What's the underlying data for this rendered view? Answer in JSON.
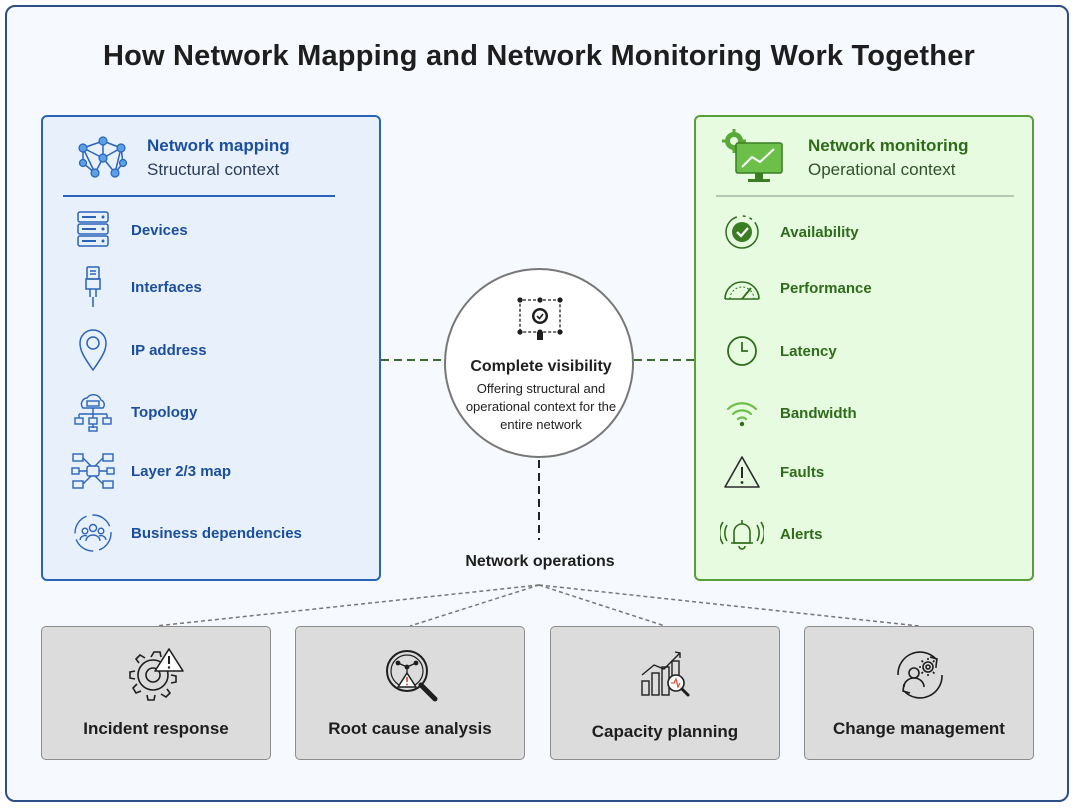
{
  "title": "How Network Mapping and Network Monitoring Work Together",
  "left_panel": {
    "title": "Network mapping",
    "subtitle": "Structural context",
    "items": [
      {
        "label": "Devices",
        "icon": "server-rack-icon"
      },
      {
        "label": "Interfaces",
        "icon": "ethernet-cable-icon"
      },
      {
        "label": "IP address",
        "icon": "location-pin-icon"
      },
      {
        "label": "Topology",
        "icon": "cloud-topology-icon"
      },
      {
        "label": "Layer 2/3 map",
        "icon": "network-map-icon"
      },
      {
        "label": "Business dependencies",
        "icon": "people-cycle-icon"
      }
    ],
    "color": "#1b4f9e"
  },
  "right_panel": {
    "title": "Network monitoring",
    "subtitle": "Operational context",
    "items": [
      {
        "label": "Availability",
        "icon": "check-circle-icon"
      },
      {
        "label": "Performance",
        "icon": "gauge-icon"
      },
      {
        "label": "Latency",
        "icon": "clock-icon"
      },
      {
        "label": "Bandwidth",
        "icon": "wifi-icon"
      },
      {
        "label": "Faults",
        "icon": "warning-triangle-icon"
      },
      {
        "label": "Alerts",
        "icon": "bell-icon"
      }
    ],
    "color": "#2f6c1a"
  },
  "center": {
    "title": "Complete visibility",
    "description": "Offering structural and operational context for the entire network"
  },
  "operations": {
    "label": "Network operations",
    "items": [
      {
        "label": "Incident response",
        "icon": "gear-alert-icon"
      },
      {
        "label": "Root cause analysis",
        "icon": "magnifier-alert-icon"
      },
      {
        "label": "Capacity planning",
        "icon": "bar-chart-search-icon"
      },
      {
        "label": "Change management",
        "icon": "user-gear-cycle-icon"
      }
    ]
  }
}
